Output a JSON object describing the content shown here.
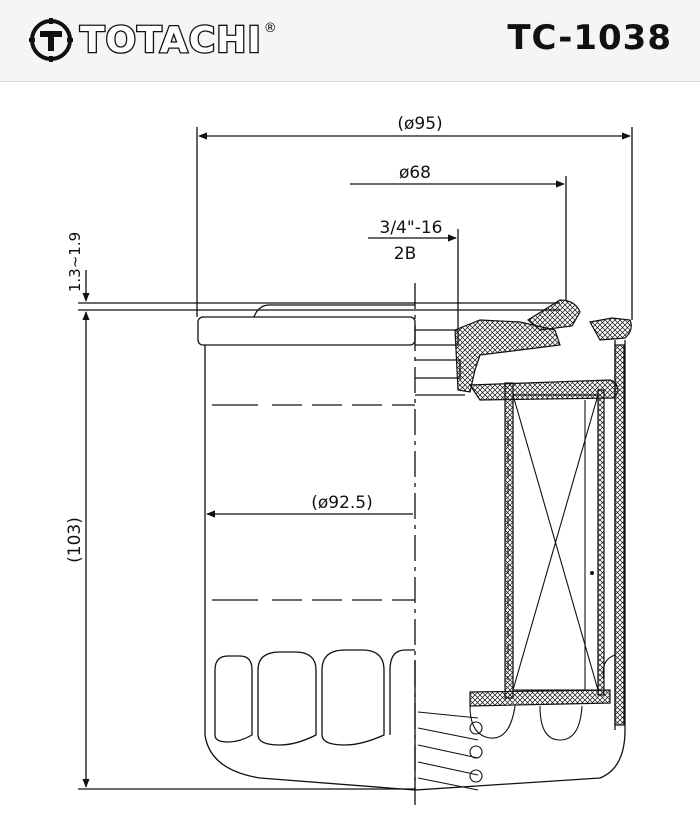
{
  "brand": {
    "name": "TOTACHI",
    "registered_mark": "®",
    "logo_icon": "gear-t-icon"
  },
  "part_number": "TC-1038",
  "dimensions": {
    "outer_diameter": "(ø95)",
    "gasket_diameter": "ø68",
    "thread_line1": "3/4\"-16",
    "thread_line2": "2B",
    "gasket_thickness": "1.3~1.9",
    "height": "(103)",
    "body_diameter": "(ø92.5)"
  },
  "colors": {
    "header_bg": "#f5f5f5",
    "ink": "#111111"
  }
}
